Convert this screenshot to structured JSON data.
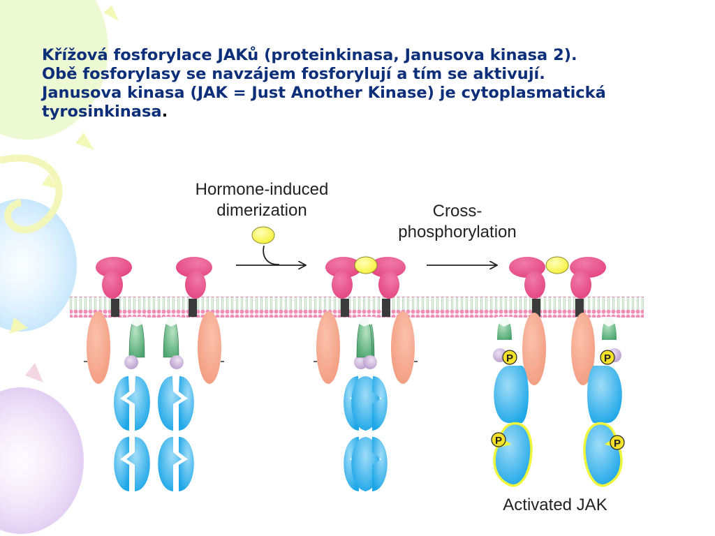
{
  "slide": {
    "title_lines": [
      "Křížová fosforylace JAKů (proteinkinasa, Janusova kinasa 2).",
      "Obě fosforylasy se navzájem fosforylují a tím se aktivují.",
      "Janusova kinasa (JAK = Just Another Kinase) je cytoplasmatická",
      "tyrosinkinasa"
    ],
    "title_end": "."
  },
  "diagram": {
    "step1_label_lines": [
      "Hormone-induced",
      "dimerization"
    ],
    "step2_label_lines": [
      "Cross-",
      "phosphorylation"
    ],
    "result_label": "Activated JAK",
    "phosphate_symbol": "P"
  },
  "colors": {
    "title_text": "#0d2f7a",
    "receptor_head": "#e4447f",
    "receptor_chain": "#f29a7e",
    "jak_kinase": "#1ea7e8",
    "jak_kinase_light": "#9fdcf7",
    "box1_green": "#4aa56e",
    "tyrosine_site": "#b699cc",
    "hormone": "#f6f02c",
    "phosphate": "#f4e12a",
    "activated_glow": "#eef53a",
    "membrane": "#b5dbb8"
  }
}
